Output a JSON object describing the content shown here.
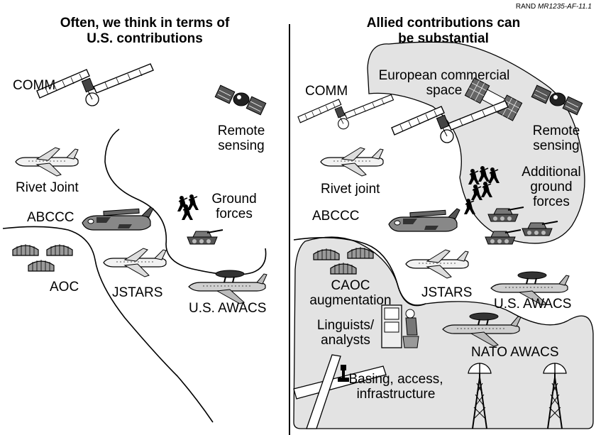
{
  "doc_id": {
    "org": "RAND",
    "number": "MR1235-AF-11.1"
  },
  "left_panel": {
    "title_line1": "Often, we think in terms of",
    "title_line2": "U.S. contributions",
    "labels": {
      "comm": "COMM",
      "remote1": "Remote",
      "remote2": "sensing",
      "rivet": "Rivet Joint",
      "ground1": "Ground",
      "ground2": "forces",
      "abccc": "ABCCC",
      "aoc": "AOC",
      "jstars": "JSTARS",
      "awacs": "U.S. AWACS"
    }
  },
  "right_panel": {
    "title_line1": "Allied contributions can",
    "title_line2": "be substantial",
    "labels": {
      "euro1": "European commercial",
      "euro2": "space",
      "comm": "COMM",
      "remote1": "Remote",
      "remote2": "sensing",
      "rivet": "Rivet joint",
      "add1": "Additional",
      "add2": "ground",
      "add3": "forces",
      "abccc": "ABCCC",
      "caoc1": "CAOC",
      "caoc2": "augmentation",
      "jstars": "JSTARS",
      "awacs": "U.S. AWACS",
      "ling1": "Linguists/",
      "ling2": "analysts",
      "nato": "NATO AWACS",
      "basing1": "Basing, access,",
      "basing2": "infrastructure"
    }
  },
  "colors": {
    "allied_region_fill": "#e3e3e3",
    "ink": "#000000",
    "panel_divider": "#000000"
  }
}
